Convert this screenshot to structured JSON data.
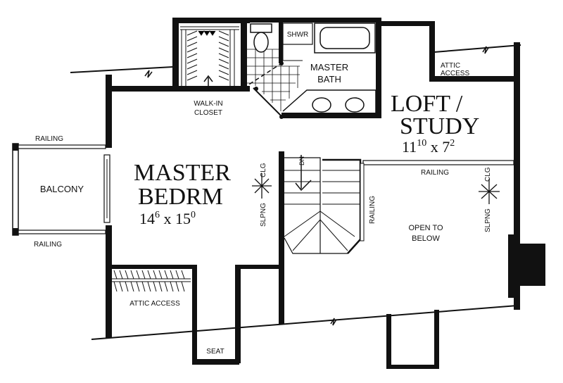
{
  "rooms": {
    "master_bedroom": {
      "name_line1": "MASTER",
      "name_line2": "BEDRM",
      "dim_w": "14",
      "dim_w_sup": "6",
      "dim_x": "x",
      "dim_h": "15",
      "dim_h_sup": "0"
    },
    "loft_study": {
      "name_line1": "LOFT /",
      "name_line2": "STUDY",
      "dim_w": "11",
      "dim_w_sup": "10",
      "dim_x": "x",
      "dim_h": "7",
      "dim_h_sup": "2"
    },
    "master_bath": {
      "line1": "MASTER",
      "line2": "BATH"
    },
    "shower": "SHWR",
    "walk_in_closet": {
      "line1": "WALK-IN",
      "line2": "CLOSET"
    },
    "balcony": "BALCONY",
    "open_to_below": {
      "line1": "OPEN TO",
      "line2": "BELOW"
    },
    "seat": "SEAT"
  },
  "labels": {
    "attic_access_top": {
      "line1": "ATTIC",
      "line2": "ACCESS"
    },
    "attic_access_bottom": "ATTIC ACCESS",
    "railing_top": "RAILING",
    "railing_bottom": "RAILING",
    "railing_loft": "RAILING",
    "railing_stair": "RAILING",
    "stair_down": "DN",
    "clg_left": "CLG",
    "slpng_left": "SLPNG",
    "clg_right": "CLG",
    "slpng_right": "SLPNG"
  }
}
